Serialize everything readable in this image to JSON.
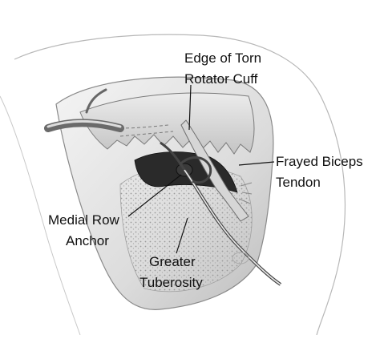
{
  "labels": {
    "edge_line1": "Edge of Torn",
    "edge_line2": "Rotator Cuff",
    "biceps_line1": "Frayed Biceps",
    "biceps_line2": "Tendon",
    "anchor_line1": "Medial Row",
    "anchor_line2": "Anchor",
    "tuberosity_line1": "Greater",
    "tuberosity_line2": "Tuberosity"
  },
  "colors": {
    "ink": "#111111",
    "bone_light": "#e6e6e6",
    "bone_mid": "#c8c8c8",
    "tissue_dark": "#6e6e6e",
    "void": "#1a1a1a"
  }
}
